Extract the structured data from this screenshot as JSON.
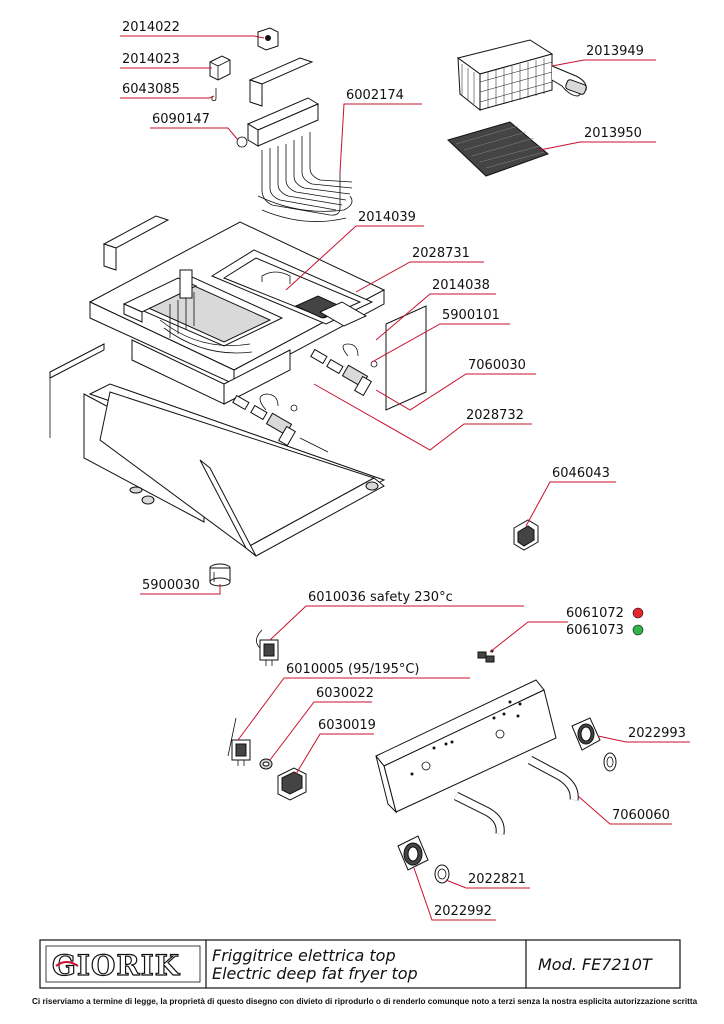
{
  "parts": {
    "p2014022": "2014022",
    "p2014023": "2014023",
    "p6043085": "6043085",
    "p6090147": "6090147",
    "p6002174": "6002174",
    "p2013949": "2013949",
    "p2013950": "2013950",
    "p2014039": "2014039",
    "p2028731": "2028731",
    "p2014038": "2014038",
    "p5900101": "5900101",
    "p7060030": "7060030",
    "p2028732": "2028732",
    "p6046043": "6046043",
    "p5900030": "5900030",
    "p6010036": "6010036  safety 230°c",
    "p6061072": "6061072",
    "p6061073": "6061073",
    "p6010005": "6010005  (95/195°C)",
    "p6030022": "6030022",
    "p6030019": "6030019",
    "p2022993": "2022993",
    "p7060060": "7060060",
    "p2022821": "2022821",
    "p2022992": "2022992"
  },
  "indicator_colors": {
    "red": "#e3262b",
    "green": "#2fb34a"
  },
  "title_block": {
    "logo": "GIORIK",
    "title_it": "Friggitrice elettrica top",
    "title_en": "Electric deep fat fryer top",
    "model": "Mod.  FE7210T"
  },
  "disclaimer": "Ci riserviamo a termine di legge, la proprietà di questo disegno con divieto di riprodurlo o di renderlo comunque noto a terzi senza la nostra esplicita autorizzazione scritta"
}
